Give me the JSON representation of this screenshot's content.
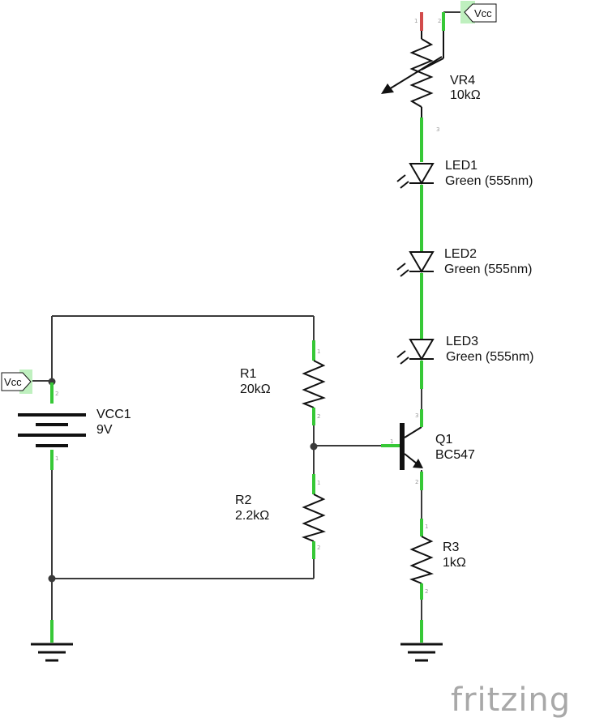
{
  "vcc_label": "Vcc",
  "components": {
    "vr4": {
      "ref": "VR4",
      "value": "10kΩ",
      "pins": [
        "1",
        "2",
        "3"
      ]
    },
    "led1": {
      "ref": "LED1",
      "value": "Green (555nm)"
    },
    "led2": {
      "ref": "LED2",
      "value": "Green (555nm)"
    },
    "led3": {
      "ref": "LED3",
      "value": "Green (555nm)"
    },
    "r1": {
      "ref": "R1",
      "value": "20kΩ"
    },
    "r2": {
      "ref": "R2",
      "value": "2.2kΩ"
    },
    "r3": {
      "ref": "R3",
      "value": "1kΩ"
    },
    "vcc1": {
      "ref": "VCC1",
      "value": "9V"
    },
    "q1": {
      "ref": "Q1",
      "value": "BC547"
    }
  },
  "pin_numbers": {
    "one": "1",
    "two": "2",
    "three": "3"
  },
  "watermark": "fritzing",
  "colors": {
    "wire": "#3a3a3a",
    "pin": "#37c837",
    "pin_alt": "#d24b4b",
    "symbol": "#111111",
    "vcc_flag": "#bff0bf"
  }
}
